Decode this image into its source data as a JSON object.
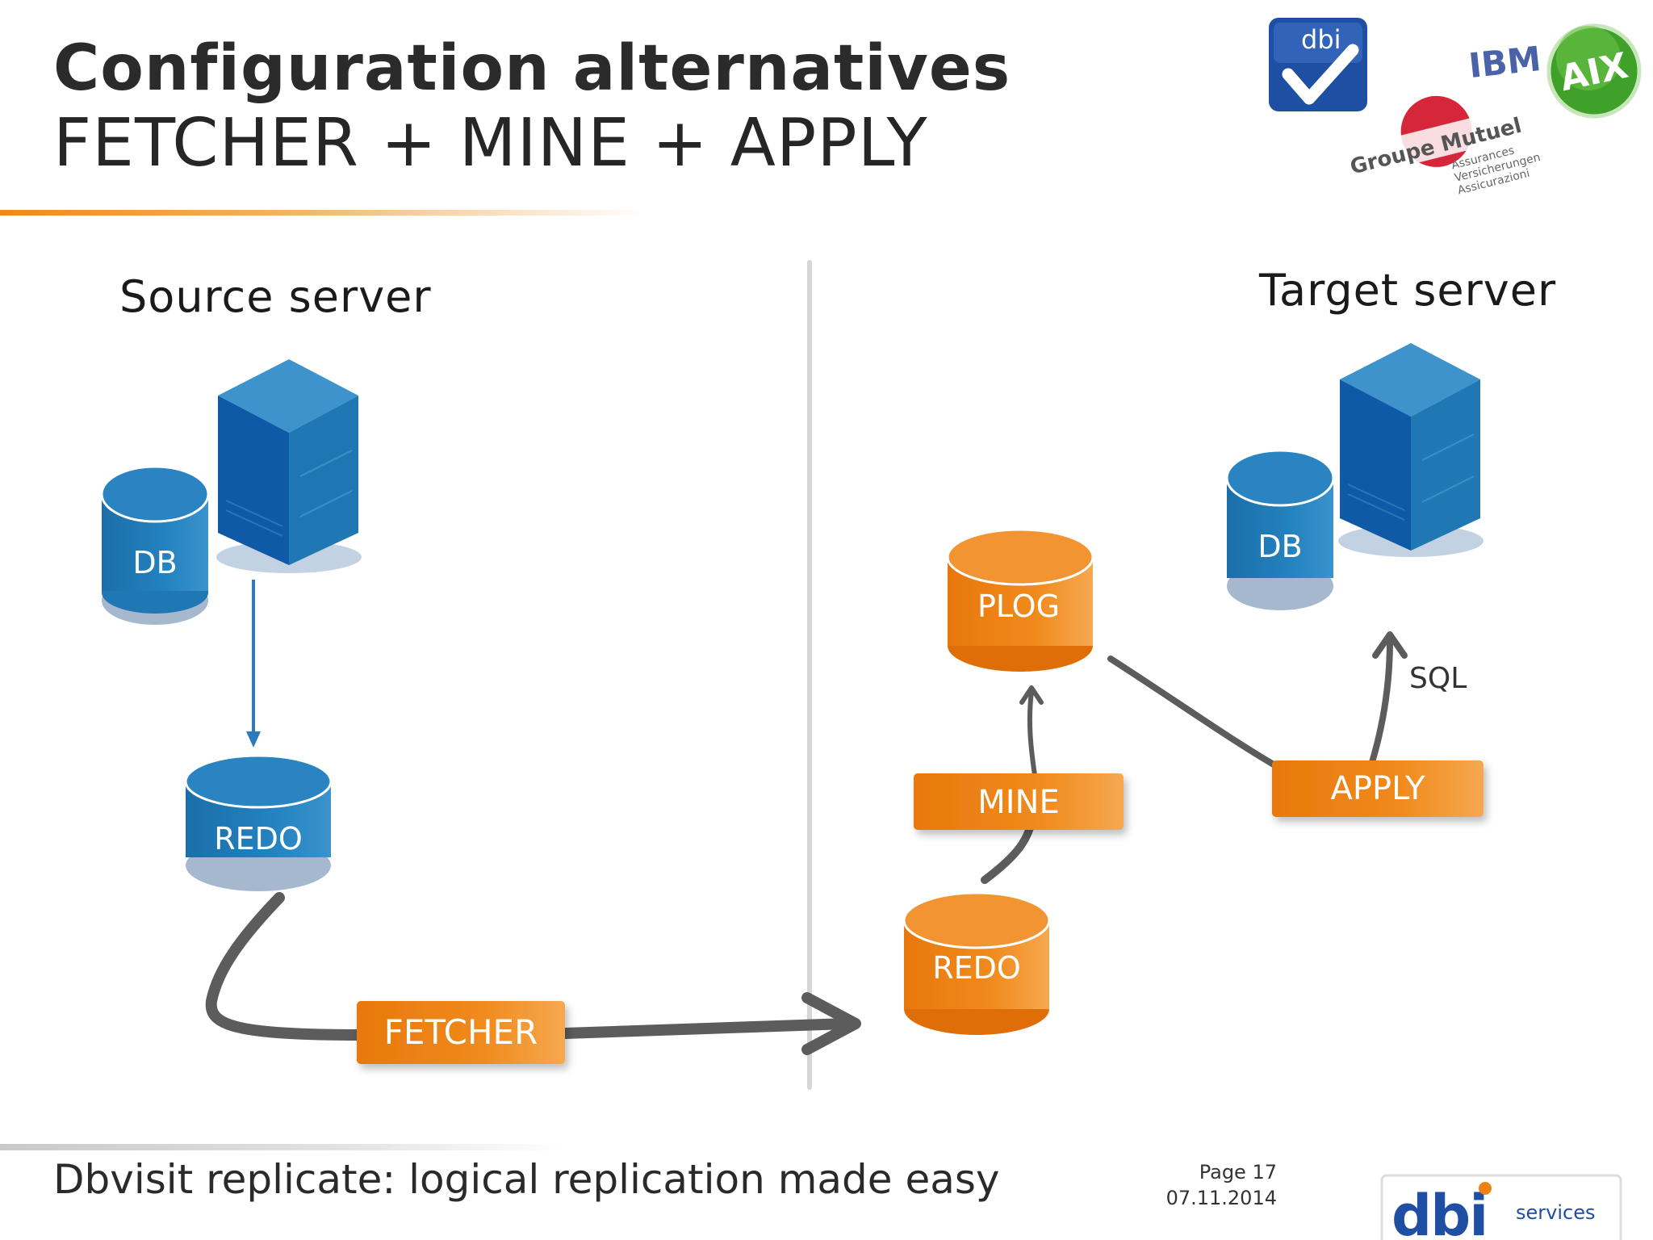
{
  "header": {
    "title_line1": "Configuration alternatives",
    "title_line2": "FETCHER + MINE + APPLY"
  },
  "logos": {
    "dbi_badge": "dbi",
    "ibm": "IBM",
    "aix": "AIX",
    "groupe_mutuel": "Groupe Mutuel",
    "groupe_mutuel_sub": [
      "Assurances",
      "Versicherungen",
      "Assicurazioni"
    ],
    "footer_brand": "dbi",
    "footer_brand_sub": "services"
  },
  "source": {
    "heading": "Source server",
    "db_label": "DB",
    "redo_label": "REDO",
    "fetcher_label": "FETCHER"
  },
  "target": {
    "heading": "Target server",
    "db_label": "DB",
    "plog_label": "PLOG",
    "mine_label": "MINE",
    "redo_label": "REDO",
    "apply_label": "APPLY",
    "sql_label": "SQL"
  },
  "footer": {
    "text": "Dbvisit replicate: logical replication made easy",
    "page": "Page 17",
    "date": "07.11.2014"
  },
  "colors": {
    "blue": "#1f78b4",
    "orange": "#ee8216",
    "arrow_gray": "#5c5c5c",
    "accent": "#ee8a1a"
  }
}
